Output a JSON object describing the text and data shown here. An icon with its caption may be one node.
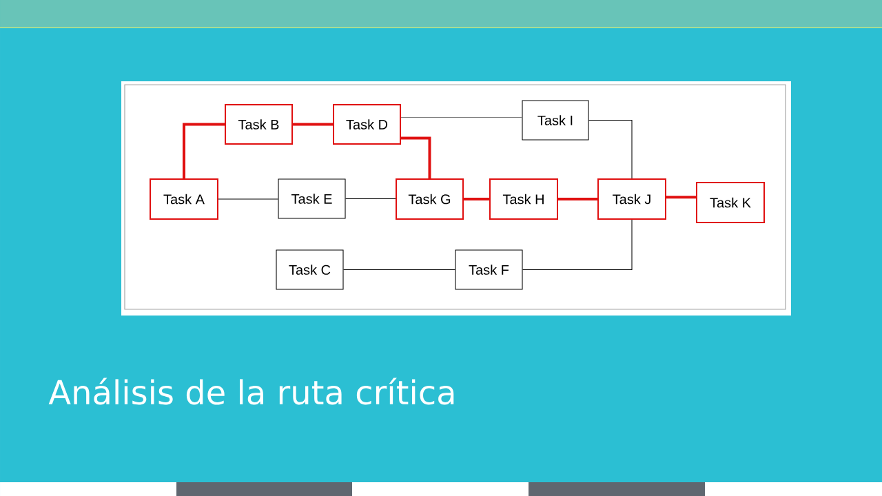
{
  "diagram": {
    "title": "Análisis de la ruta crítica",
    "nodes": [
      {
        "text": [
          "Task A"
        ]
      },
      {
        "text": [
          "Task B"
        ]
      },
      {
        "text": [
          "Task D"
        ]
      },
      {
        "text": [
          "Task I"
        ]
      },
      {
        "text": [
          "Task E"
        ]
      },
      {
        "text": [
          "Task G"
        ]
      },
      {
        "text": [
          "Task H"
        ]
      },
      {
        "text": [
          "Task J"
        ]
      },
      {
        "text": [
          "Task K"
        ]
      },
      {
        "text": [
          "Task C"
        ]
      },
      {
        "text": [
          "Task F"
        ]
      }
    ],
    "edges": [
      {
        "from": 0,
        "to": 1,
        "arrow": "none",
        "style": "thick",
        "color": "#e01010"
      },
      {
        "from": 1,
        "to": 2,
        "arrow": "none",
        "style": "thick",
        "color": "#e01010"
      },
      {
        "from": 2,
        "to": 5,
        "arrow": "none",
        "style": "thick",
        "color": "#e01010"
      },
      {
        "from": 2,
        "to": 3,
        "arrow": "none",
        "color": "#808080"
      },
      {
        "from": 3,
        "to": 7,
        "arrow": "none",
        "color": "#000000"
      },
      {
        "from": 0,
        "to": 4,
        "arrow": "none",
        "color": "#000000"
      },
      {
        "from": 4,
        "to": 5,
        "arrow": "none",
        "color": "#000000"
      },
      {
        "from": 5,
        "to": 6,
        "arrow": "none",
        "style": "thick",
        "color": "#e01010"
      },
      {
        "from": 6,
        "to": 7,
        "arrow": "none",
        "style": "thick",
        "color": "#e01010"
      },
      {
        "from": 7,
        "to": 8,
        "arrow": "none",
        "style": "thick",
        "color": "#e01010"
      },
      {
        "from": 9,
        "to": 10,
        "arrow": "none",
        "color": "#000000"
      },
      {
        "from": 10,
        "to": 7,
        "arrow": "none",
        "color": "#000000"
      }
    ]
  }
}
